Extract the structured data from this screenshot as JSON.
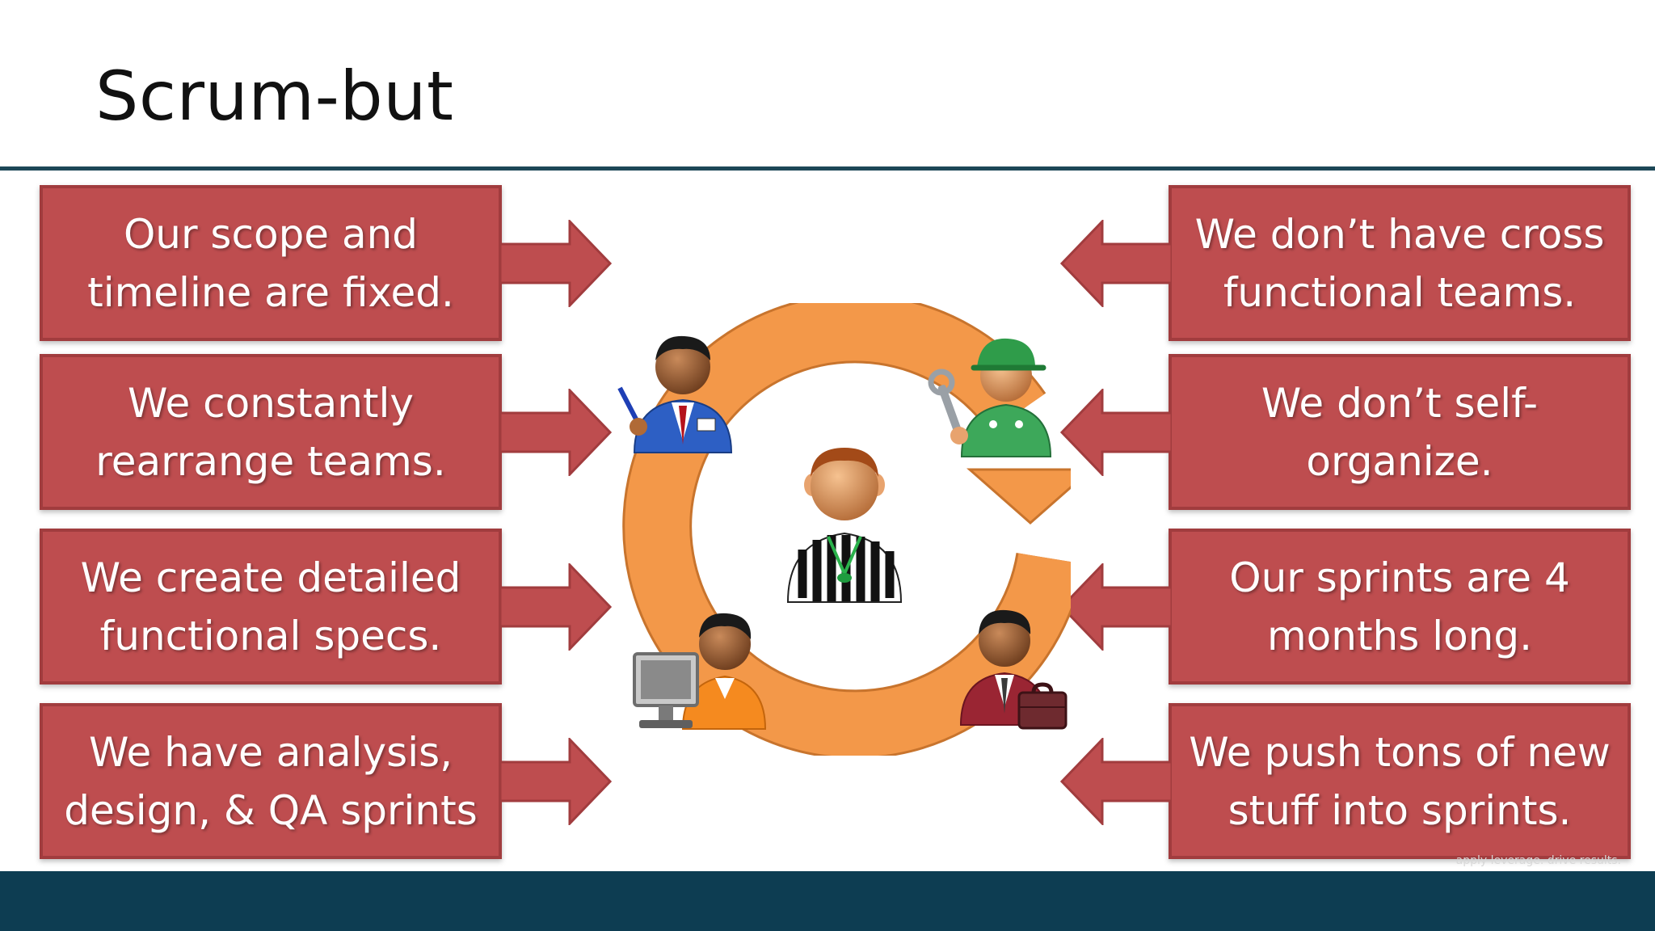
{
  "slide": {
    "title": "Scrum-but",
    "watermark": "apply leverage. drive results."
  },
  "left_items": [
    {
      "text": "Our scope and\ntimeline are fixed."
    },
    {
      "text": "We constantly\nrearrange teams."
    },
    {
      "text": "We create detailed\nfunctional specs."
    },
    {
      "text": "We have analysis,\ndesign, & QA sprints"
    }
  ],
  "right_items": [
    {
      "text": "We don’t have cross\nfunctional teams."
    },
    {
      "text": "We don’t self-\norganize."
    },
    {
      "text": "Our sprints are 4\nmonths long."
    },
    {
      "text": "We push tons of new\nstuff into sprints."
    }
  ],
  "colors": {
    "card": "#be4d4f",
    "cycle": "#f39849",
    "header_rule": "#1d4757",
    "footer": "#0d3d52"
  },
  "icons": {
    "center": "referee-person-icon",
    "top_left": "office-worker-icon",
    "top_right": "mechanic-person-icon",
    "bottom_left": "computer-user-icon",
    "bottom_right": "businessman-briefcase-icon",
    "cycle": "circular-arrow-icon"
  }
}
